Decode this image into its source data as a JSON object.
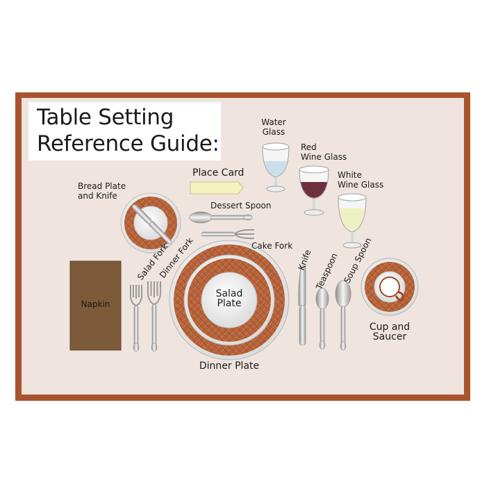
{
  "title": {
    "line1": "Table Setting",
    "line2": "Reference Guide:"
  },
  "labels": {
    "water_glass_1": "Water",
    "water_glass_2": "Glass",
    "red_wine_1": "Red",
    "red_wine_2": "Wine Glass",
    "white_wine_1": "White",
    "white_wine_2": "Wine Glass",
    "place_card": "Place Card",
    "bread_plate_1": "Bread Plate",
    "bread_plate_2": "and Knife",
    "dessert_spoon": "Dessert Spoon",
    "cake_fork": "Cake Fork",
    "salad_fork": "Salad Fork",
    "dinner_fork": "Dinner Fork",
    "knife": "Knife",
    "teaspoon": "Teaspoon",
    "soup_spoon": "Soup Spoon",
    "napkin": "Napkin",
    "salad_plate_1": "Salad",
    "salad_plate_2": "Plate",
    "cup_saucer_1": "Cup and",
    "cup_saucer_2": "Saucer",
    "dinner_plate": "Dinner Plate"
  },
  "colors": {
    "mat": "#efe4de",
    "border": "#a9542f",
    "rim": "#b25f35",
    "napkin": "#7d5a39",
    "red_wine": "#6e2f3e",
    "white_wine": "#eef0c4",
    "water": "#c9e0ec",
    "place_card": "#f4f3bd"
  }
}
